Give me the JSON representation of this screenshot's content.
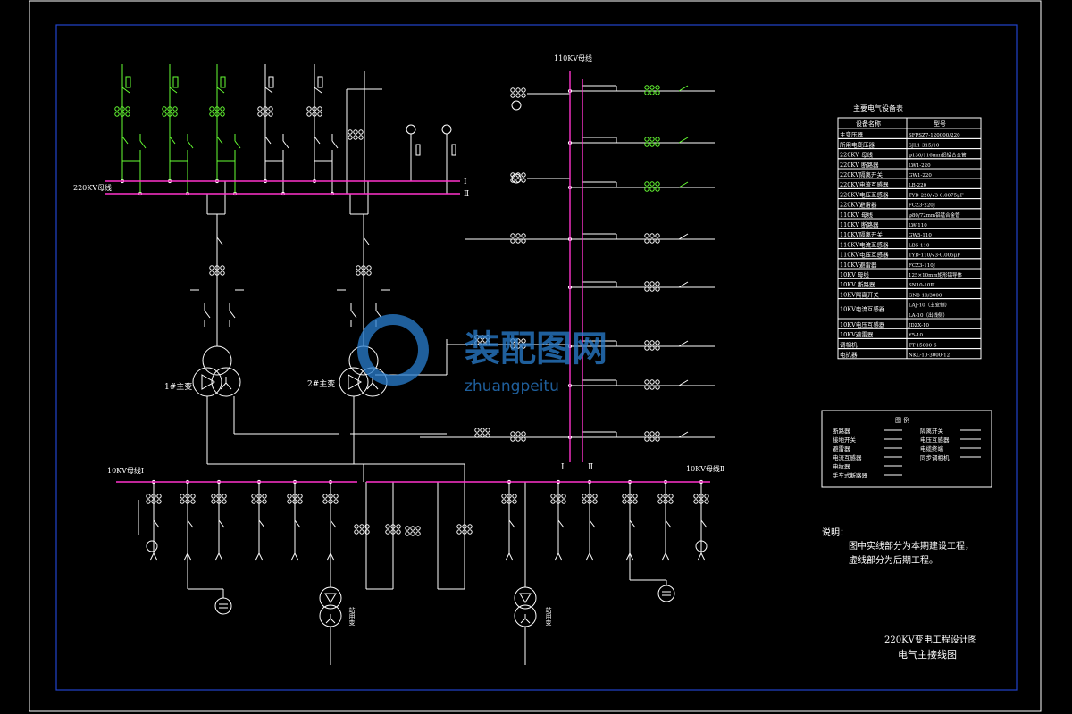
{
  "drawing": {
    "bus_220_label": "220KV母线",
    "bus_220_sec_1": "Ⅰ",
    "bus_220_sec_2": "Ⅱ",
    "bus_110_label": "110KV母线",
    "bus_110_sec_1": "Ⅰ",
    "bus_110_sec_2": "Ⅱ",
    "bus_10_label_1": "10KV母线Ⅰ",
    "bus_10_label_2": "10KV母线Ⅱ",
    "transformer_1": "1#主变",
    "transformer_2": "2#主变",
    "station_use_1": "站用变",
    "station_use_2": "站用变"
  },
  "equipment_table": {
    "title": "主要电气设备表",
    "headers": [
      "设备名称",
      "型号"
    ],
    "rows": [
      [
        "主变压器",
        "SFPSZ7-120000/220"
      ],
      [
        "所用电变压器",
        "SJL1-315/10"
      ],
      [
        "220KV 母线",
        "φ130/116mm铝锰合金管"
      ],
      [
        "220KV 断路器",
        "LW1-220"
      ],
      [
        "220KV隔离开关",
        "GW1-220"
      ],
      [
        "220KV电流互感器",
        "LB-220"
      ],
      [
        "220KV电压互感器",
        "TYD-220/√3-0.0075μF"
      ],
      [
        "220KV避雷器",
        "FCZ3-220J"
      ],
      [
        "110KV 母线",
        "φ80/72mm铝锰合金管"
      ],
      [
        "110KV 断路器",
        "LW-110"
      ],
      [
        "110KV隔离开关",
        "GW5-110"
      ],
      [
        "110KV电流互感器",
        "LB5-110"
      ],
      [
        "110KV电压互感器",
        "TYD-110/√3-0.005μF"
      ],
      [
        "110KV避雷器",
        "FCZ3-110J"
      ],
      [
        "10KV 母线",
        "125×10mm矩形铝导体"
      ],
      [
        "10KV 断路器",
        "SN10-10Ⅲ"
      ],
      [
        "10KV隔离开关",
        "GN8-10/3000"
      ],
      [
        "10KV电流互感器",
        "LAJ-10（主变侧）\nLA-10（出线侧）"
      ],
      [
        "10KV电压互感器",
        "JDZX-10"
      ],
      [
        "10KV避雷器",
        "Y5-10"
      ],
      [
        "调相机",
        "TT-15000-6"
      ],
      [
        "电抗器",
        "NKL-10-3000-12"
      ]
    ]
  },
  "legend": {
    "title": "图 例",
    "items": [
      "断路器",
      "接地开关",
      "避雷器",
      "电流互感器",
      "电抗器",
      "手车式断路器",
      "隔离开关",
      "电压互感器",
      "电缆终端",
      "同步调相机"
    ]
  },
  "notes": {
    "heading": "说明：",
    "lines": [
      "图中实线部分为本期建设工程，",
      "虚线部分为后期工程。"
    ]
  },
  "title_block": {
    "project": "220KV变电工程设计图",
    "drawing": "电气主接线图"
  },
  "watermark": {
    "text": "装配图网",
    "url": "zhuangpeitu"
  },
  "colors": {
    "background": "#000000",
    "line": "#ffffff",
    "bus": "#ff33cc",
    "green": "#66ff33",
    "frame": "#2244cc",
    "watermark": "#2a7fd0"
  }
}
